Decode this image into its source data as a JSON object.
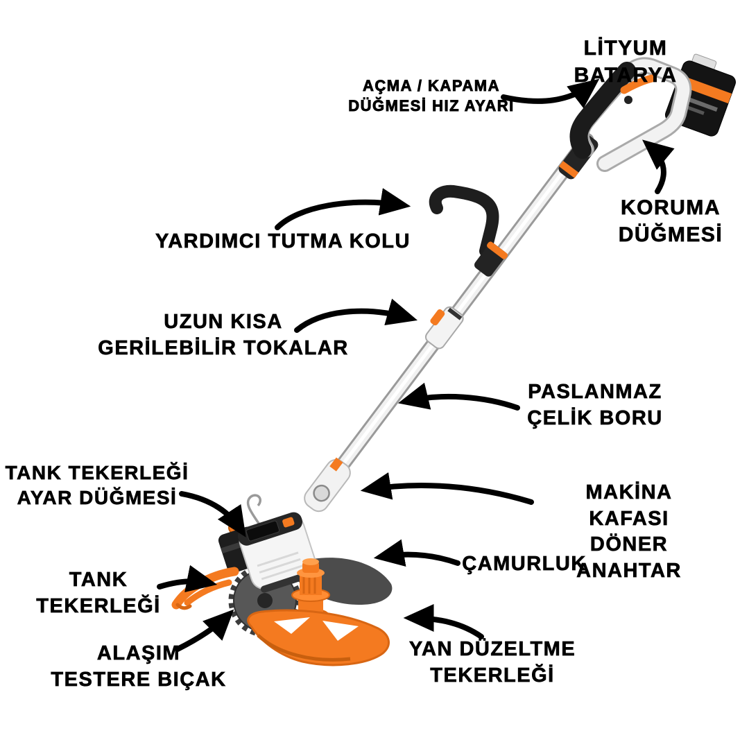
{
  "colors": {
    "accent": "#f47a20",
    "accent_dark": "#c85f0e",
    "arrow": "#000000",
    "text": "#000000",
    "body_light": "#f2f2f2",
    "body_dark": "#1c1c1c",
    "background": "#ffffff"
  },
  "labels": {
    "battery": "LİTYUM BATARYA",
    "power_switch": "AÇMA / KAPAMA\nDÜĞMESİ HIZ AYARI",
    "protection_button": "KORUMA\nDÜĞMESİ",
    "aux_handle": "YARDIMCI TUTMA KOLU",
    "telescopic_buckles": "UZUN KISA\nGERİLEBİLİR TOKALAR",
    "steel_pipe": "PASLANMAZ\nÇELİK BORU",
    "tank_wheel_adjuster": "TANK TEKERLEĞİ\nAYAR DÜĞMESİ",
    "machine_head": "MAKİNA KAFASI\nDÖNER ANAHTAR",
    "fender": "ÇAMURLUK",
    "tank_wheel": "TANK\nTEKERLEĞİ",
    "alloy_saw_blade": "ALAŞIM\nTESTERE BIÇAK",
    "side_trim_wheel": "YAN DÜZELTME\nTEKERLEĞİ"
  }
}
